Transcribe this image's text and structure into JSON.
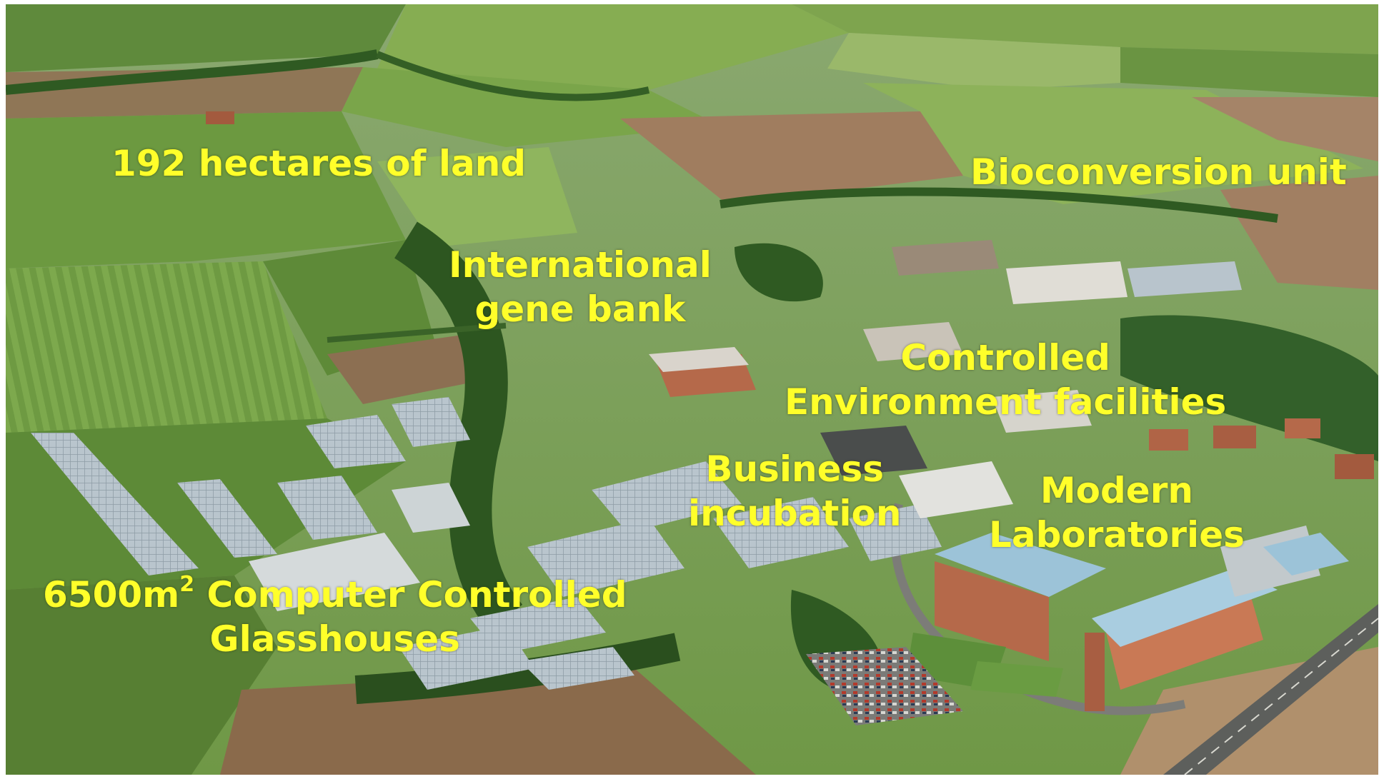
{
  "labels": {
    "land": "192 hectares of land",
    "bioconversion": "Bioconversion unit",
    "genebank_line1": "International",
    "genebank_line2": "gene bank",
    "controlled_line1": "Controlled",
    "controlled_line2": "Environment facilities",
    "business_line1": "Business",
    "business_line2": "incubation",
    "labs_line1": "Modern",
    "labs_line2": "Laboratories",
    "glass_prefix": "6500m",
    "glass_sup": "2",
    "glass_suffix": " Computer Controlled",
    "glass_line2": "Glasshouses"
  },
  "colors": {
    "label_text": "#ffff2a",
    "field_light": "#7fa64a",
    "field_dark": "#5c8a3a",
    "ploughed_soil": "#9c7a5c",
    "hedgerow": "#2f5a22",
    "glasshouse": "#b8c4cc",
    "roof_blue": "#9cc3d8",
    "brick": "#b5694a"
  }
}
